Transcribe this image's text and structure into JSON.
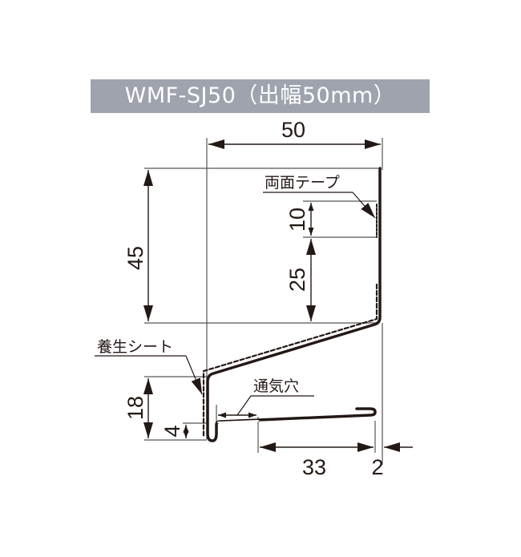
{
  "title": "WMF-SJ50（出幅50mm）",
  "colors": {
    "title_bg": "#9ea3ad",
    "title_text": "#ffffff",
    "line": "#231815",
    "thin_line": "#555555"
  },
  "labels": {
    "double_sided_tape": "両面テープ",
    "curing_sheet": "養生シート",
    "vent_hole": "通気穴"
  },
  "dimensions": {
    "width_total": "50",
    "height_upper": "45",
    "tape_height": "10",
    "tape_offset": "25",
    "height_lower": "18",
    "hem_height": "4",
    "flange_length": "33",
    "flange_gap": "2"
  }
}
